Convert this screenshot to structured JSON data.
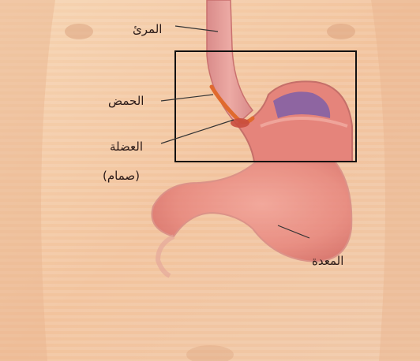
{
  "labels": {
    "esophagus": "المرئ",
    "acid": "الحمض",
    "muscle": "العضلة",
    "valve": "(صمام)",
    "stomach": "المعدة"
  },
  "colors": {
    "skin": "#f3c8a0",
    "stomach": "#e98f86",
    "acid": "#e06a2e",
    "box": "#111111"
  }
}
